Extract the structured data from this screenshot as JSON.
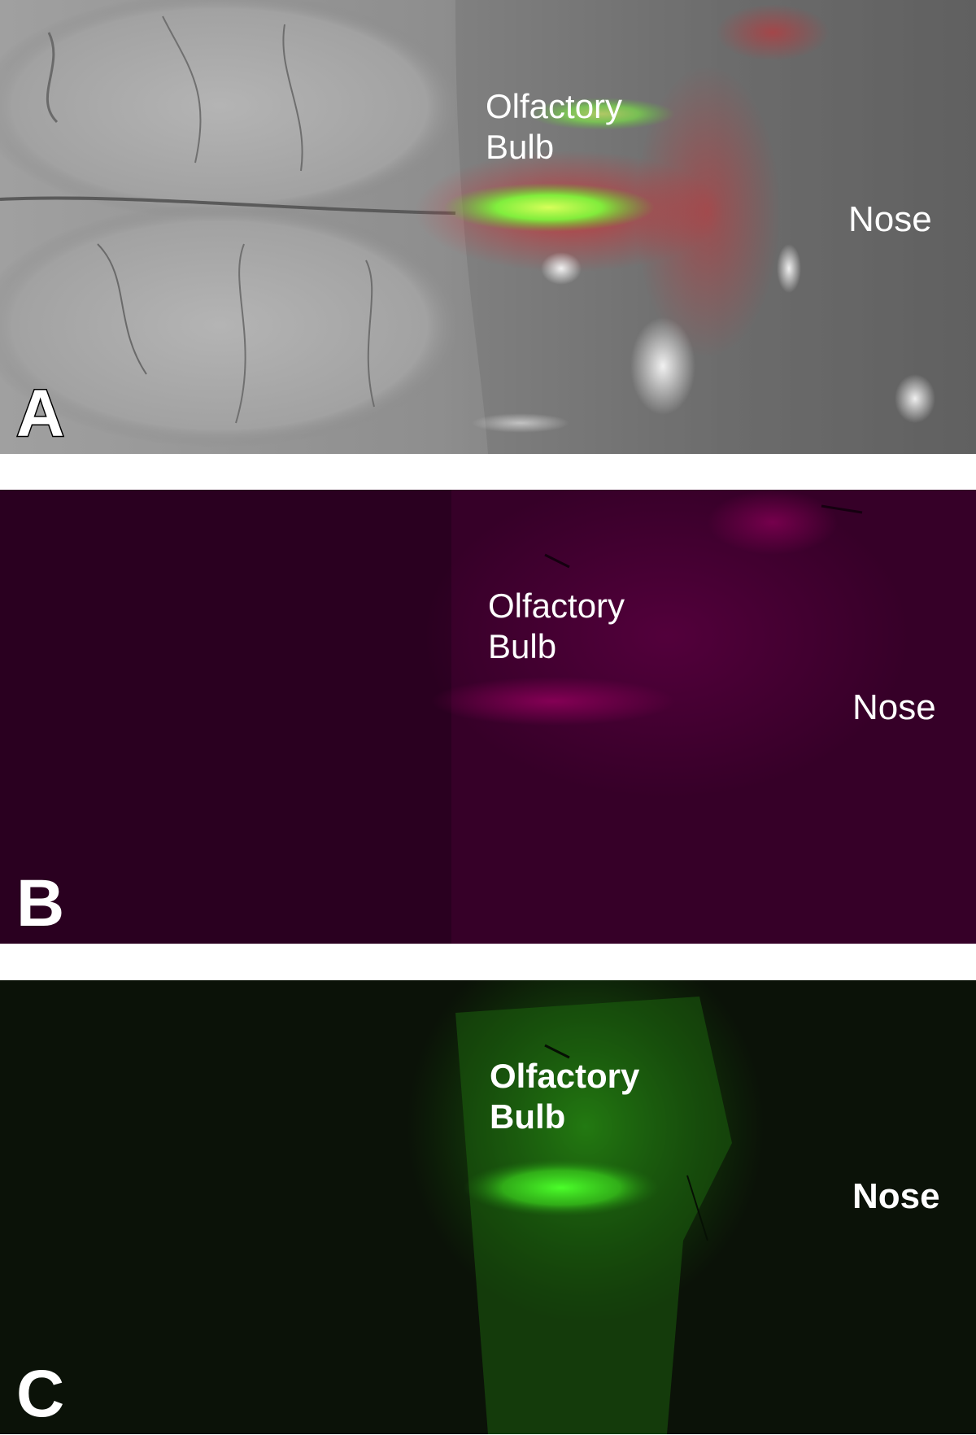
{
  "panels": [
    {
      "letter": "A",
      "olfactory_label": "Olfactory\nBulb",
      "nose_label": "Nose",
      "colors": {
        "base": "#8a8a8a",
        "red": "#d7262c",
        "green": "#7dff3a"
      }
    },
    {
      "letter": "B",
      "olfactory_label": "Olfactory\nBulb",
      "nose_label": "Nose",
      "colors": {
        "base": "#2a0020",
        "glow": "#8c0059"
      }
    },
    {
      "letter": "C",
      "olfactory_label": "Olfactory\nBulb",
      "nose_label": "Nose",
      "colors": {
        "base": "#0b1208",
        "glow": "#3bd21d"
      }
    }
  ]
}
